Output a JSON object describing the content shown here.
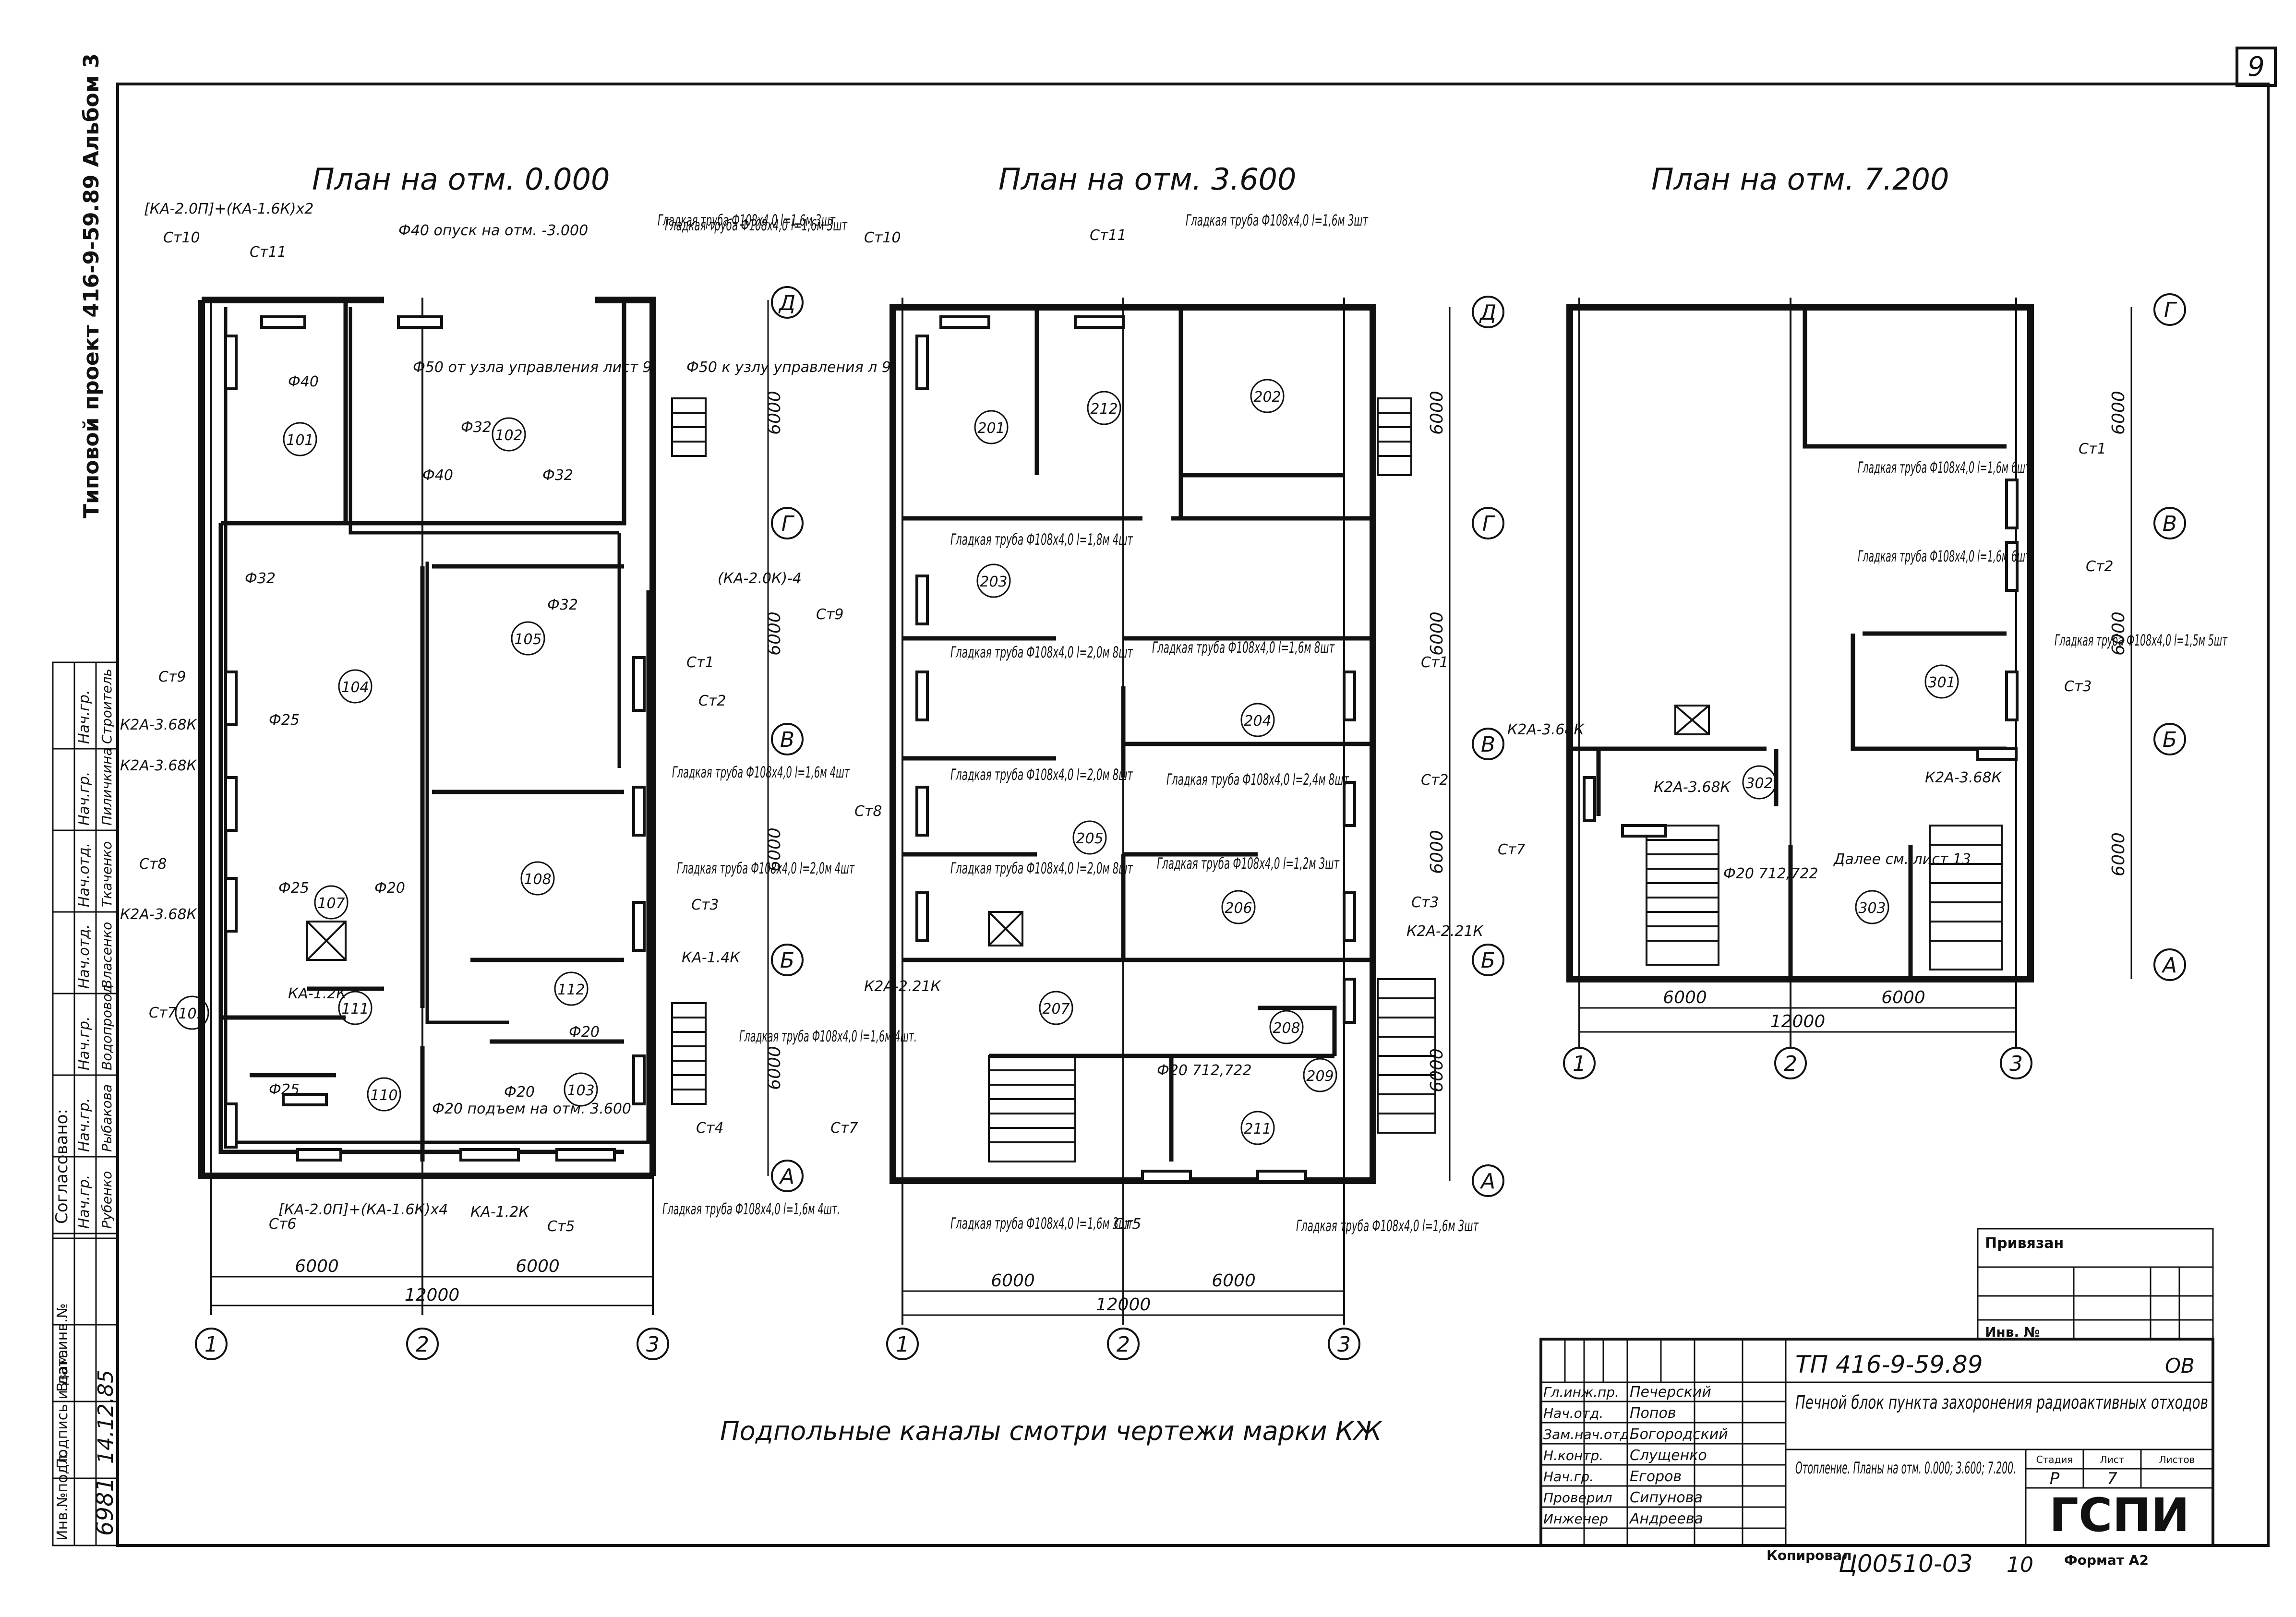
{
  "sheet": {
    "number": "9",
    "series": "Типовой проект 416-9-59.89 Альбом 3",
    "note": "Подпольные каналы смотри чертежи марки КЖ"
  },
  "plans": [
    {
      "title": "План на отм. 0.000",
      "axes_letters": [
        "Д",
        "Г",
        "В",
        "Б",
        "А"
      ],
      "axes_numbers": [
        "1",
        "2",
        "3"
      ],
      "dims_row": [
        "6000",
        "6000"
      ],
      "dim_total": "12000",
      "dims_col": [
        "6000",
        "6000",
        "6000",
        "6000"
      ],
      "rooms": [
        "101",
        "102",
        "104",
        "105",
        "107",
        "108",
        "109",
        "110",
        "111",
        "112",
        "103"
      ],
      "labels": [
        "Ст10",
        "Ст11",
        "Ст9",
        "Ст8",
        "Ст7",
        "Ст6",
        "Ст5",
        "Ст4",
        "Ст3",
        "Ст2",
        "Ст1",
        "[КА-2.0П]+(КА-1.6К)х2",
        "Ф40 опуск на отм. -3.000",
        "Ф50 от узла управления лист 9",
        "Ф50 к узлу управления л 9",
        "Ф40",
        "Ф32",
        "Ф32",
        "Ф32",
        "Ф40",
        "Ф32",
        "(КА-2.0К)-4",
        "Ф25",
        "Ф25",
        "Ф20",
        "Ф25",
        "Ф20",
        "Ф20",
        "Ф20 подъем на отм. 3.600",
        "КА-1.2К",
        "КА-1.4К",
        "К2А-3.68К",
        "К2А-3.68К",
        "К2А-3.68К",
        "[КА-2.0П]+(КА-1.6К)х4",
        "КА-1.2К",
        "Гладкая труба Ф108х4,0 l=1,6м 3шт",
        "Гладкая труба Ф108х4,0 l=1,6м 4шт",
        "Гладкая труба Ф108х4,0 l=2,0м 4шт",
        "Гладкая труба Ф108х4,0 l=1,6м 4шт.",
        "Гладкая труба Ф108х4,0 l=1,6м 4шт."
      ]
    },
    {
      "title": "План на отм. 3.600",
      "axes_letters": [
        "Д",
        "Г",
        "В",
        "Б",
        "А"
      ],
      "axes_numbers": [
        "1",
        "2",
        "3"
      ],
      "dims_row": [
        "6000",
        "6000"
      ],
      "dim_total": "12000",
      "dims_col": [
        "6000",
        "6000",
        "6000",
        "6000"
      ],
      "rooms": [
        "201",
        "212",
        "202",
        "203",
        "204",
        "205",
        "206",
        "207",
        "208",
        "209",
        "211"
      ],
      "labels": [
        "Ст10",
        "Ст11",
        "Ст9",
        "Ст8",
        "Ст7",
        "Ст5",
        "Ст3",
        "Ст2",
        "Ст1",
        "К2А-2.21К",
        "К2А-2.21К",
        "Ф20 712,722",
        "Гладкая труба Ф108х4,0 l=1,6м 3шт",
        "Гладкая труба Ф108х4,0 l=1,6м 3шт",
        "Гладкая труба Ф108х4,0 l=1,8м 4шт",
        "Гладкая труба Ф108х4,0 l=2,0м 8шт",
        "Гладкая труба Ф108х4,0 l=2,0м 8шт",
        "Гладкая труба Ф108х4,0 l=2,0м 8шт",
        "Гладкая труба Ф108х4,0 l=1,6м 8шт",
        "Гладкая труба Ф108х4,0 l=2,4м 8шт",
        "Гладкая труба Ф108х4,0 l=1,2м 3шт",
        "Гладкая труба Ф108х4,0 l=1,6м 3шт",
        "Гладкая труба Ф108х4,0 l=1,6м 3шт"
      ]
    },
    {
      "title": "План на отм. 7.200",
      "axes_letters": [
        "Г",
        "В",
        "Б",
        "А"
      ],
      "axes_numbers": [
        "1",
        "2",
        "3"
      ],
      "dims_row": [
        "6000",
        "6000"
      ],
      "dim_total": "12000",
      "dims_col": [
        "6000",
        "6000",
        "6000"
      ],
      "rooms": [
        "301",
        "302",
        "303"
      ],
      "labels": [
        "Ст1",
        "Ст2",
        "Ст3",
        "Ст7",
        "К2А-3.68К",
        "К2А-3.68К",
        "К2А-3.68К",
        "Ф20 712,722",
        "Далее см. лист 13",
        "Гладкая труба Ф108х4,0 l=1,6м 6шт",
        "Гладкая труба Ф108х4,0 l=1,6м 6шт",
        "Гладкая труба Ф108х4,0 l=1,5м 5шт"
      ]
    }
  ],
  "approvals": {
    "title": "Согласовано:",
    "rows": [
      [
        "Нач.гр.",
        "Строитель"
      ],
      [
        "Нач.гр.",
        "Пиличкина"
      ],
      [
        "Нач.отд.",
        "Ткаченко"
      ],
      [
        "Нач.отд.",
        "Власенко"
      ],
      [
        "Нач.гр.",
        "Водопровод"
      ],
      [
        "Нач.гр.",
        "Рыбакова"
      ],
      [
        "Нач.гр.",
        "Рубенко"
      ]
    ],
    "inv": "6981",
    "date": "14.12.85",
    "col_labels": [
      "Инв.№подл.",
      "Подпись и дата",
      "Взам.инв.№"
    ]
  },
  "title_block": {
    "binding": "Привязан",
    "inv_label": "Инв. №",
    "code": "ТП 416-9-59.89",
    "mark": "ОВ",
    "object": "Печной блок пункта захоронения радиоактивных отходов",
    "sheet_title": "Отопление. Планы на отм. 0.000; 3.600; 7.200.",
    "stage_label": "Стадия",
    "sheet_label": "Лист",
    "sheets_label": "Листов",
    "stage": "Р",
    "sheet": "7",
    "org": "ГСПИ",
    "copied": "Копировал",
    "format": "Формат А2",
    "archive": "Ц00510-03",
    "archive2": "10",
    "staff": [
      [
        "Гл.инж.пр.",
        "Печерский"
      ],
      [
        "Нач.отд.",
        "Попов"
      ],
      [
        "Зам.нач.отд.",
        "Богородский"
      ],
      [
        "Н.контр.",
        "Слущенко"
      ],
      [
        "Нач.гр.",
        "Егоров"
      ],
      [
        "Проверил",
        "Сипунова"
      ],
      [
        "Инженер",
        "Андреева"
      ]
    ]
  }
}
